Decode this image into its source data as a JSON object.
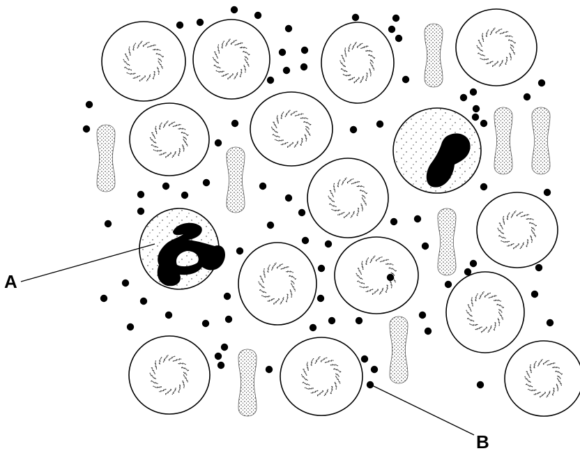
{
  "labels": {
    "a": "A",
    "b": "B"
  },
  "colors": {
    "ink": "#000000",
    "cell_fill": "#ffffff",
    "stipple": "#222222"
  },
  "components": {
    "red_blood_cell": "red-blood-cell",
    "platelet": "platelet",
    "white_blood_cell": "white-blood-cell",
    "nucleus": "nucleus",
    "small_dot": "small-cell"
  }
}
